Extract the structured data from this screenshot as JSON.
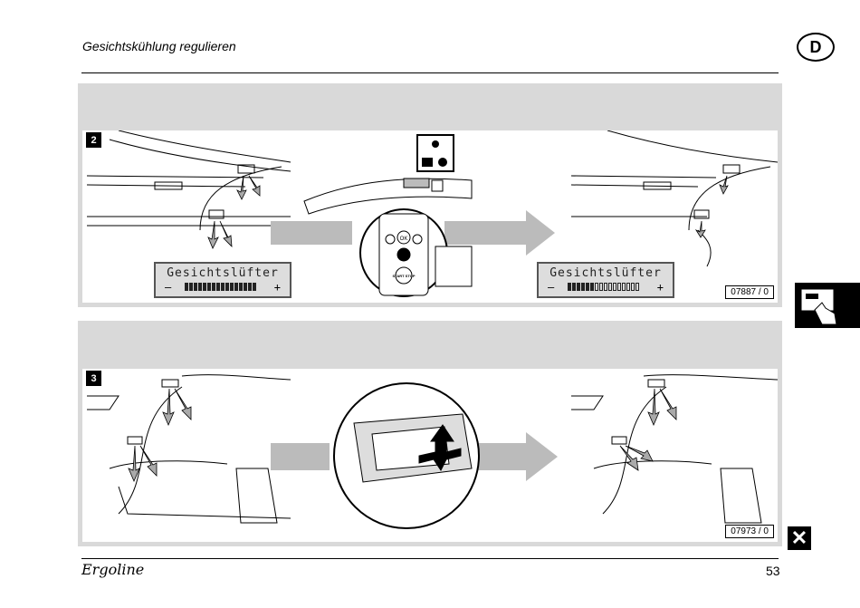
{
  "header": {
    "title": "Gesichtskühlung regulieren",
    "language_badge": "D"
  },
  "section1": {
    "step": "2",
    "lcd_left": {
      "label": "Gesichtslüfter",
      "minus": "–",
      "plus": "+",
      "level_fraction": 1.0
    },
    "lcd_right": {
      "label": "Gesichtslüfter",
      "minus": "–",
      "plus": "+",
      "level_fraction": 0.38
    },
    "keypad": {
      "ok_label": "OK",
      "start_stop_label": "START STOP"
    },
    "figure_code": "07887 / 0"
  },
  "section2": {
    "step": "3",
    "figure_code": "07973 / 0"
  },
  "footer": {
    "logo": "Ergoline",
    "page_number": "53"
  },
  "close_symbol": "✕"
}
